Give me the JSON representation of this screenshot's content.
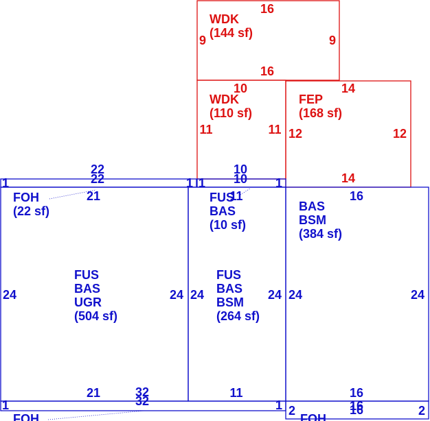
{
  "colors": {
    "red": "#dd1111",
    "blue": "#1010cc"
  },
  "areas": {
    "wdk_top": {
      "line1": "WDK",
      "line2": "(144 sf)"
    },
    "wdk_mid": {
      "line1": "WDK",
      "line2": "(110 sf)"
    },
    "fep": {
      "line1": "FEP",
      "line2": "(168 sf)"
    },
    "foh_top": {
      "line1": "FOH",
      "line2": "(22 sf)"
    },
    "fus_small": {
      "line1": "FUS",
      "line2": "BAS",
      "line3": "(10 sf)"
    },
    "bas_right": {
      "line1": "BAS",
      "line2": "BSM",
      "line3": "(384 sf)"
    },
    "fus_ugr": {
      "line1": "FUS",
      "line2": "BAS",
      "line3": "UGR",
      "line4": "(504 sf)"
    },
    "fus_bsm": {
      "line1": "FUS",
      "line2": "BAS",
      "line3": "BSM",
      "line4": "(264 sf)"
    },
    "foh_bottom": {
      "line1": "FOH"
    },
    "foh_bottom_right": {
      "line1": "FOH"
    }
  },
  "dimensions": {
    "wdk_top_top": "16",
    "wdk_top_bottom": "16",
    "wdk_top_left": "9",
    "wdk_top_right": "9",
    "wdk_mid_top": "10",
    "wdk_mid_left": "11",
    "wdk_mid_right": "11",
    "fep_top": "14",
    "fep_left": "12",
    "fep_right": "12",
    "fep_bottom": "14",
    "strip_left_top": "22",
    "strip_left_bottom": "22",
    "strip_left_end_l": "1",
    "strip_left_end_r": "1",
    "strip_mid_top": "10",
    "strip_mid_bottom": "10",
    "strip_mid_end_l": "1",
    "strip_mid_end_r": "1",
    "fus_small_dim": "11",
    "ugr_top": "21",
    "ugr_bottom": "21",
    "ugr_left": "24",
    "ugr_right": "24",
    "bsm_left": "24",
    "bsm_right": "24",
    "bsm_bottom": "11",
    "right_top": "16",
    "right_left": "24",
    "right_right": "24",
    "right_bottom": "16",
    "bottom_strip_top": "32",
    "bottom_strip_bottom": "32",
    "bottom_strip_end_l": "1",
    "bottom_strip_end_r": "1",
    "right_strip_top": "16",
    "right_strip_bottom": "16",
    "right_strip_end_l": "2",
    "right_strip_end_r": "2"
  }
}
